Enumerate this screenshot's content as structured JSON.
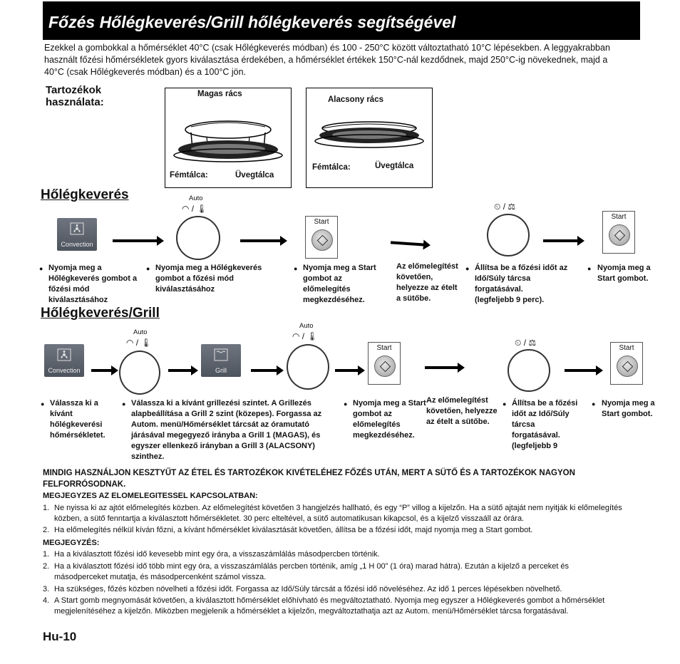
{
  "title": "Főzés Hőlégkeverés/Grill hőlégkeverés segítségével",
  "intro": "Ezekkel a gombokkal a hőmérséklet 40°C (csak Hőlégkeverés módban) és 100 - 250°C között változtatható 10°C lépésekben. A leggyakrabban használt főzési hőmérsékletek gyors kiválasztása érdekében, a hőmérséklet értékek 150°C-nál kezdődnek, majd 250°C-ig növekednek, majd a 40°C (csak Hőlégkeverés módban) és a 100°C jön.",
  "accessories": {
    "label": "Tartozékok használata:",
    "high_rack": {
      "rack": "Magas rács",
      "tray": "Fémtálca:",
      "glass": "Üvegtálca"
    },
    "low_rack": {
      "rack": "Alacsony rács",
      "tray": "Fémtálca:",
      "glass": "Üvegtálca"
    }
  },
  "convection": {
    "heading": "Hőlégkeverés",
    "button_caption": "Convection",
    "auto_label": "Auto",
    "start_label": "Start",
    "steps": [
      "Nyomja meg a Hőlégkeverés gombot a főzési mód kiválasztásához",
      "Nyomja meg a Hőlégkeverés gombot a főzési mód kiválasztásához",
      "Nyomja meg a Start gombot az előmelegítés megkezdéséhez.",
      "Az előmelegítést követően, helyezze az ételt a sütőbe.",
      "Állítsa be a főzési időt az Idő/Súly tárcsa forgatásával.",
      "Nyomja meg a Start gombot."
    ],
    "step5_extra": "(legfeljebb 9 perc)."
  },
  "convection_grill": {
    "heading": "Hőlégkeverés/Grill",
    "button_caption_1": "Convection",
    "button_caption_2": "Grill",
    "auto_label": "Auto",
    "start_label": "Start",
    "steps": [
      "Válassza ki a kívánt hőlégkeverési hőmérsékletet.",
      "Válassza ki a kívánt grillezési szintet. A Grillezés alapbeállítása a Grill 2 szint (közepes). Forgassa az Autom. menü/Hőmérséklet tárcsát az óramutató járásával megegyező irányba a Grill 1 (MAGAS), és egyszer ellenkező irányban a Grill 3 (ALACSONY) szinthez.",
      "Nyomja meg a Start gombot az előmelegítés megkezdéséhez.",
      "Az előmelegítést követően, helyezze az ételt a sütőbe.",
      "Állítsa be a főzési időt az Idő/Súly tárcsa forgatásával.",
      "Nyomja meg a Start gombot."
    ],
    "step5_extra": "(legfeljebb 9"
  },
  "icons": {
    "bullet": "●",
    "time_weight": "⏲ / ⚖",
    "temp": "◠ / 🌡"
  },
  "warning": "MINDIG HASZNÁLJON KESZTYŰT AZ ÉTEL ÉS TARTOZÉKOK KIVÉTELÉHEZ FŐZÉS UTÁN, MERT A SÜTŐ ÉS A TARTOZÉKOK NAGYON FELFORRÓSODNAK.",
  "preheat_notes": {
    "heading": "MEGJEGYZES AZ ELOMELEGITESSEL KAPCSOLATBAN:",
    "items": [
      "Ne nyissa ki az ajtót előmelegítés közben. Az előmelegítést követően 3 hangjelzés hallható, és egy “P” villog a kijelzőn. Ha a sütő ajtaját nem nyitják ki előmelegítés közben, a sütő fenntartja a kiválasztott hőmérsékletet. 30 perc elteltével, a sütő automatikusan kikapcsol, és a kijelző visszaáll az órára.",
      "Ha előmelegítés nélkül kíván főzni, a kívánt hőmérséklet kiválasztását követően, állítsa be a főzési időt, majd nyomja meg a Start gombot."
    ]
  },
  "notes": {
    "heading": "MEGJEGYZÉS:",
    "items": [
      "Ha a kiválasztott főzési idő kevesebb mint egy óra, a visszaszámlálás másodpercben történik.",
      "Ha a kiválasztott főzési idő több mint egy óra, a visszaszámlálás percben történik, amíg „1 H 00” (1 óra) marad hátra). Ezután a kijelző a perceket és másodperceket mutatja, és másodpercenként számol vissza.",
      "Ha szükséges, főzés közben növelheti a főzési időt. Forgassa az Idő/Súly tárcsát a főzési idő növeléséhez. Az idő 1 perces lépésekben növelhető.",
      "A Start gomb megnyomását követően, a kiválasztott hőmérséklet előhívható és megváltoztatható. Nyomja meg egyszer a Hőlégkeverés gombot a hőmérséklet megjelenítéséhez a kijelzőn. Miközben megjelenik a hőmérséklet a kijelzőn, megváltoztathatja azt az Autom. menü/Hőmérséklet tárcsa forgatásával."
    ],
    "numbers": [
      "1.",
      "2.",
      "3.",
      "4."
    ]
  },
  "page_number": "Hu-10"
}
